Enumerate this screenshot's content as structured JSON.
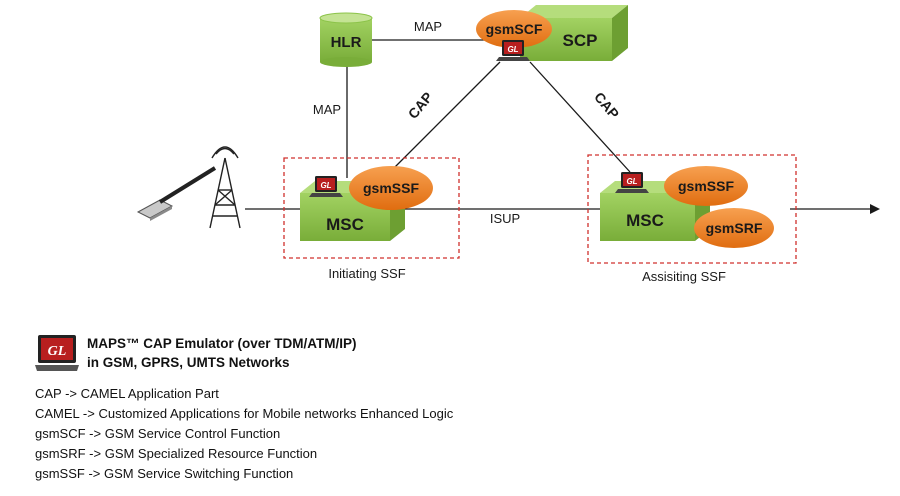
{
  "nodes": {
    "hlr": "HLR",
    "scp": "SCP",
    "gsmscf": "gsmSCF",
    "msc_initiating": "MSC",
    "gsmssf_initiating": "gsmSSF",
    "msc_assisting": "MSC",
    "gsmssf_assisting": "gsmSSF",
    "gsmsrf": "gsmSRF",
    "gl_badge": "GL"
  },
  "links": {
    "hlr_scp": "MAP",
    "hlr_msc": "MAP",
    "scf_initiating": "CAP",
    "scf_assisting": "CAP",
    "msc_msc": "ISUP"
  },
  "groups": {
    "initiating": "Initiating SSF",
    "assisting": "Assisiting SSF"
  },
  "brand": {
    "line1": "MAPS™ CAP Emulator (over TDM/ATM/IP)",
    "line2": "in GSM, GPRS, UMTS Networks",
    "logo": "GL"
  },
  "definitions": [
    "CAP  -> CAMEL Application Part",
    "CAMEL  -> Customized Applications for Mobile networks Enhanced Logic",
    "gsmSCF -> GSM Service Control Function",
    "gsmSRF -> GSM Specialized Resource Function",
    "gsmSSF -> GSM Service Switching Function"
  ],
  "colors": {
    "green_front": "#8cc34a",
    "green_top": "#b5dd7c",
    "green_side": "#6d9f32",
    "orange": "#f07d20",
    "group_border": "#d0312d",
    "line": "#1a1a1a"
  }
}
